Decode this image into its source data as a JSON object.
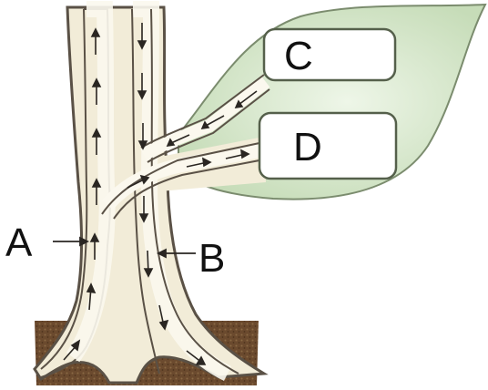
{
  "labels": {
    "a": "A",
    "b": "B",
    "c": "C",
    "d": "D"
  },
  "colors": {
    "soil": "#6b4a2e",
    "trunk": "#f2ecd8",
    "trunk_outline": "#5a5146",
    "vessel_fill": "#fbf8ee",
    "leaf": "#d9ead0",
    "leaf_dark": "#b5cfa9",
    "cell": "#ffffff",
    "arrow": "#2a2622"
  },
  "arrow_directions": {
    "a_vessel": "up",
    "b_vessel": "down",
    "to_d": "toward-leaf",
    "from_c": "from-leaf"
  }
}
